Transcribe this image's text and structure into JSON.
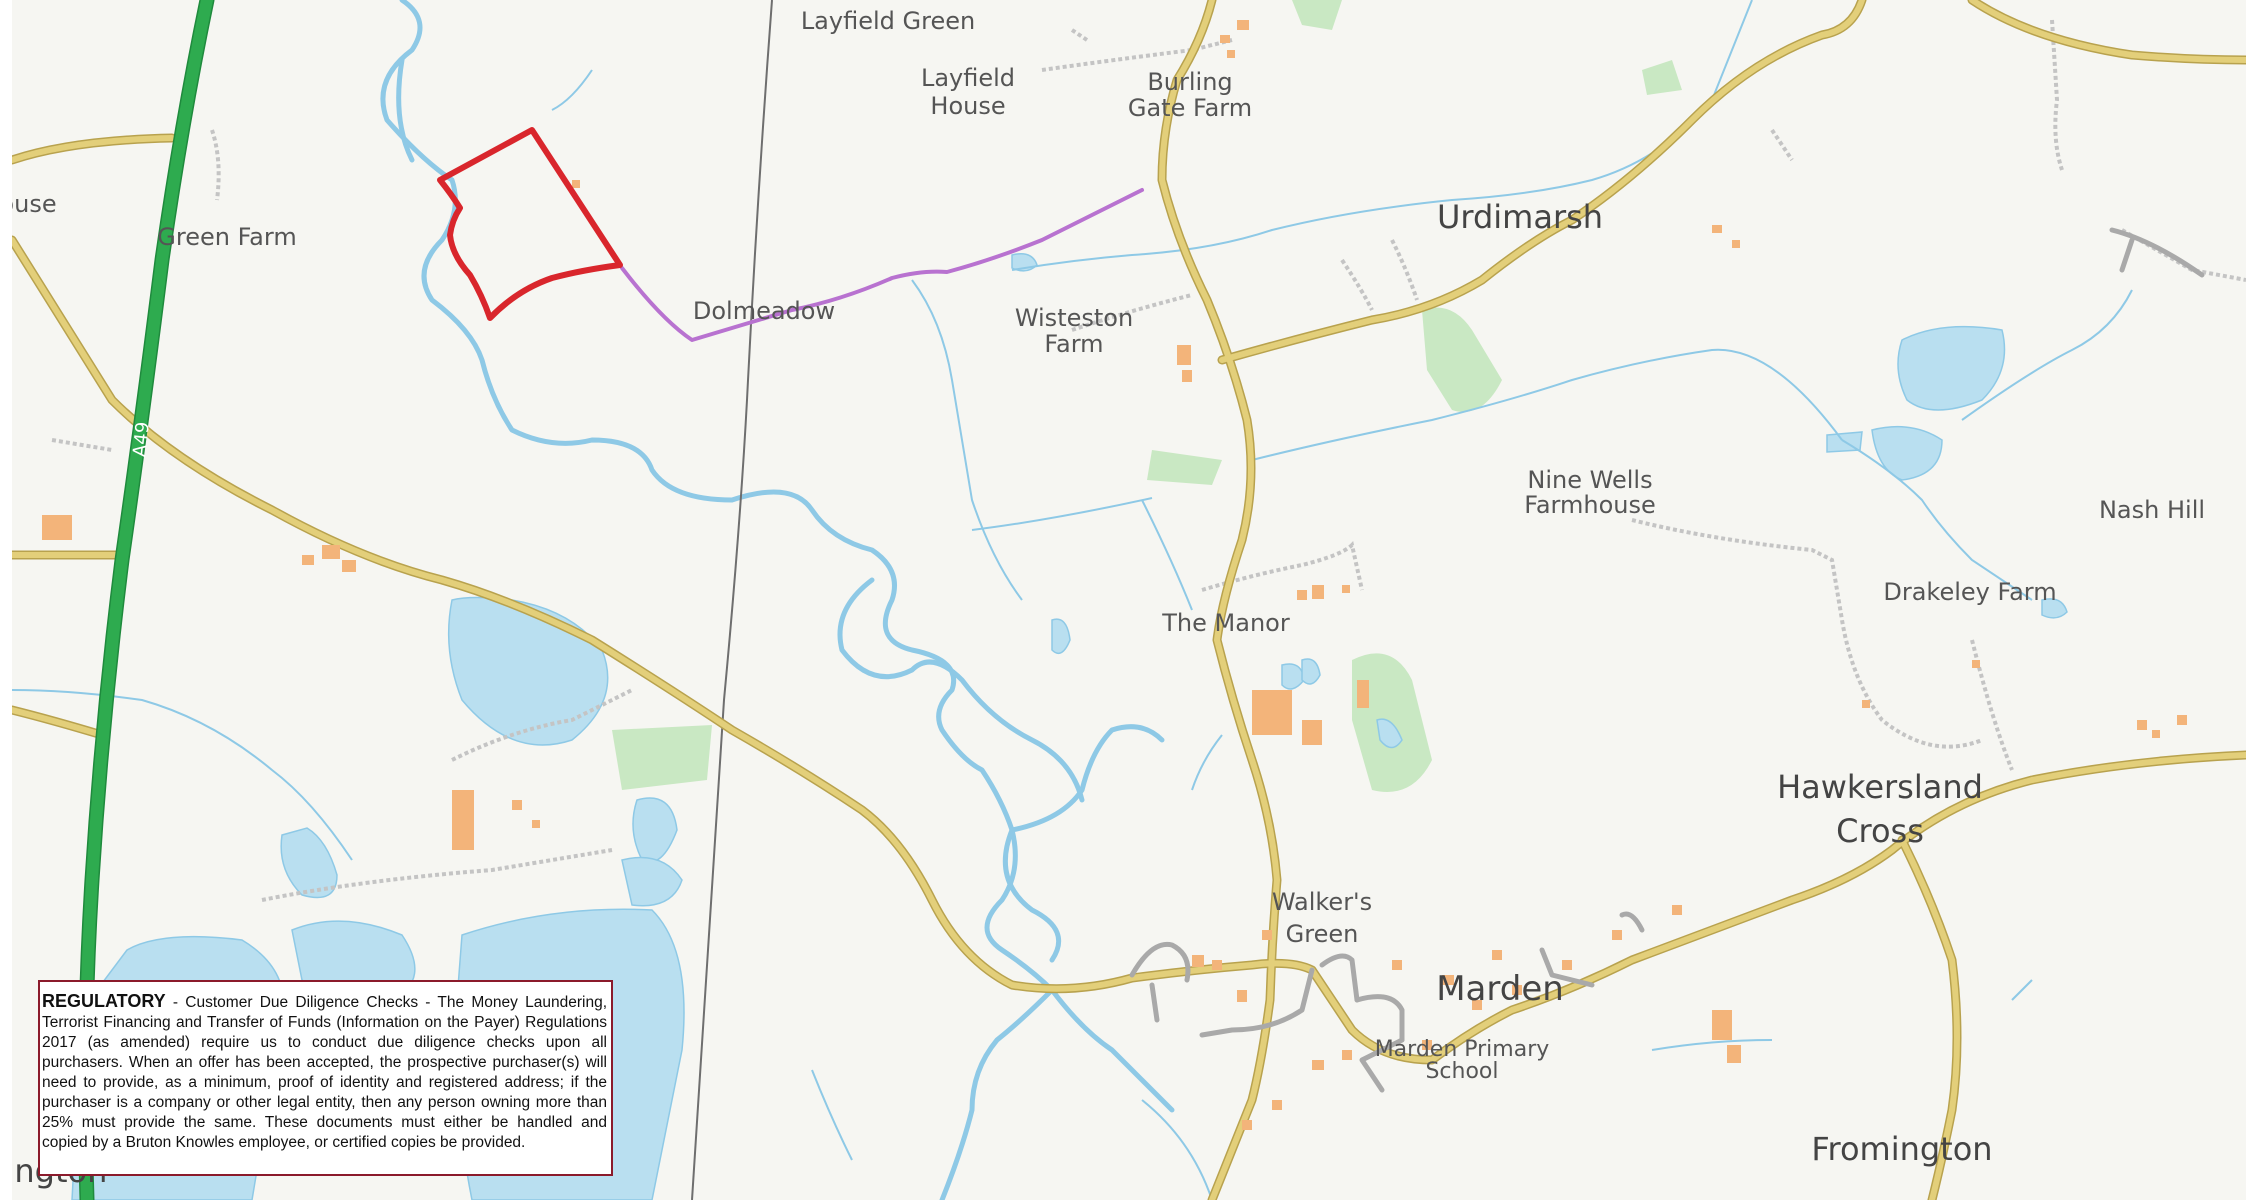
{
  "map": {
    "colors": {
      "background": "#f6f6f2",
      "water": "#b9dff0",
      "water_outline": "#8ec9e6",
      "road_major": "#2eab4f",
      "road_minor": "#e3cf7a",
      "road_minor_casing": "#b8a24e",
      "site_boundary": "#d9262c",
      "access_route": "#b872d0",
      "woodland": "#c9e8c3",
      "buildings": "#f3b47a"
    },
    "road_labels": {
      "a49": "A49"
    },
    "places": {
      "layfield_green": "Layfield Green",
      "layfield_house_1": "Layfield",
      "layfield_house_2": "House",
      "burling_1": "Burling",
      "burling_2": "Gate Farm",
      "ouse": "ouse",
      "green_farm": "Green Farm",
      "dolmeadow": "Dolmeadow",
      "wisteston_1": "Wisteston",
      "wisteston_2": "Farm",
      "urdimarsh": "Urdimarsh",
      "nine_wells_1": "Nine Wells",
      "nine_wells_2": "Farmhouse",
      "nash_hill": "Nash Hill",
      "drakeley_farm": "Drakeley Farm",
      "the_manor": "The Manor",
      "hawkersland_1": "Hawkersland",
      "hawkersland_2": "Cross",
      "walkers_1": "Walker's",
      "walkers_2": "Green",
      "marden": "Marden",
      "marden_school_1": "Marden Primary",
      "marden_school_2": "School",
      "fromington": "Fromington",
      "lington": "lington"
    }
  },
  "notice": {
    "heading": "REGULATORY",
    "text": " - Customer Due Diligence Checks - The Money Laundering, Terrorist Financing and Transfer of Funds (Information on the Payer) Regulations 2017 (as amended) require us to conduct due diligence checks upon all purchasers. When an offer has been accepted, the prospective purchaser(s) will need to provide, as a minimum, proof of identity and registered address; if the purchaser is a company or other legal entity, then any person owning more than 25% must provide the same. These documents must either be handled and copied by a Bruton Knowles employee, or certified copies be provided."
  }
}
